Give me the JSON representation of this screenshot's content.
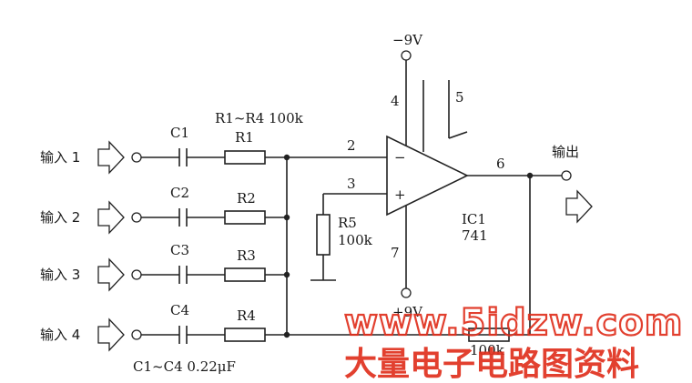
{
  "inputs": [
    {
      "label": "输入 1",
      "cap": "C1",
      "res": "R1"
    },
    {
      "label": "输入 2",
      "cap": "C2",
      "res": "R2"
    },
    {
      "label": "输入 3",
      "cap": "C3",
      "res": "R3"
    },
    {
      "label": "输入 4",
      "cap": "C4",
      "res": "R4"
    }
  ],
  "labels": {
    "resistor_group": "R1~R4  100k",
    "cap_group": "C1~C4  0.22μF",
    "r5": "R5",
    "r5_value": "100k",
    "rf_value": "100k",
    "supply_neg": "−9V",
    "supply_pos": "+9V",
    "ic_name": "IC1",
    "ic_part": "741",
    "output": "输出",
    "pin2": "2",
    "pin3": "3",
    "pin4": "4",
    "pin5": "5",
    "pin6": "6",
    "pin7": "7",
    "minus_sign": "−",
    "plus_sign": "+"
  },
  "watermark": {
    "site": "www.5idzw.com",
    "text": "大量电子电路图资料",
    "color": "#e0301e"
  }
}
